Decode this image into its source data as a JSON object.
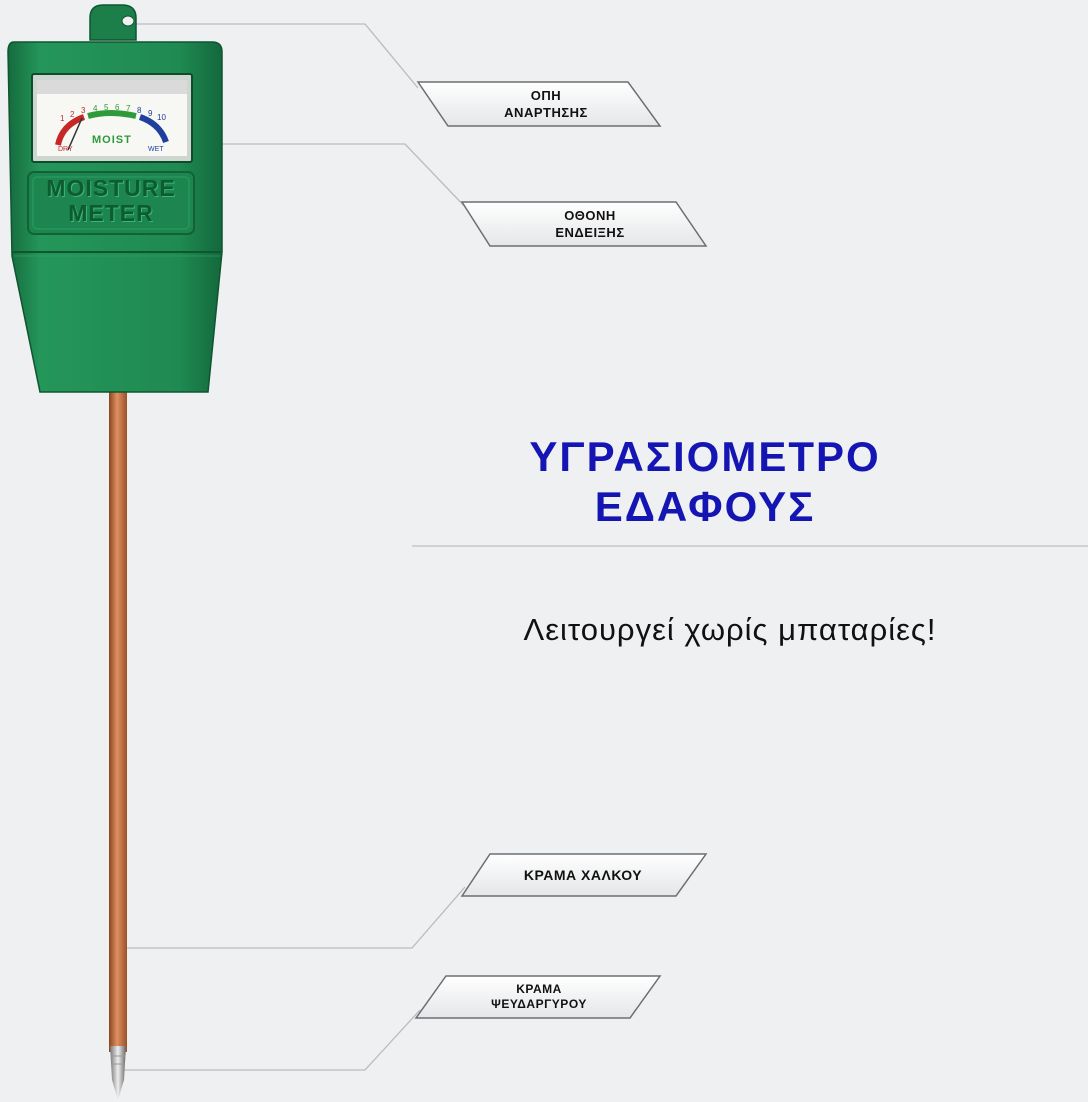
{
  "device": {
    "brand_label": "MOISTURE\nMETER",
    "gauge_label": "MOIST",
    "gauge_scale": [
      "1",
      "2",
      "3",
      "4",
      "5",
      "6",
      "7",
      "8",
      "9",
      "10"
    ],
    "gauge_dry": "DRY",
    "gauge_wet": "WET",
    "colors": {
      "body": "#1f8a52",
      "probe": "#c46a34",
      "gauge_red": "#c62828",
      "gauge_green": "#2e9a3a",
      "gauge_blue": "#1f3f9e"
    }
  },
  "callouts": {
    "hang_hole": "ΟΠΗ\nΑΝΑΡΤΗΣΗΣ",
    "display": "ΟΘΟΝΗ\nΕΝΔΕΙΞΗΣ",
    "copper": "ΚΡΑΜΑ ΧΑΛΚΟΥ",
    "zinc": "ΚΡΑΜΑ\nΨΕΥΔΑΡΓΥΡΟΥ"
  },
  "heading": {
    "title": "ΥΓΡΑΣΙΟΜΕΤΡΟ\nΕΔΑΦΟΥΣ",
    "subtitle": "Λειτουργεί χωρίς μπαταρίες!",
    "title_color": "#1515b4"
  }
}
